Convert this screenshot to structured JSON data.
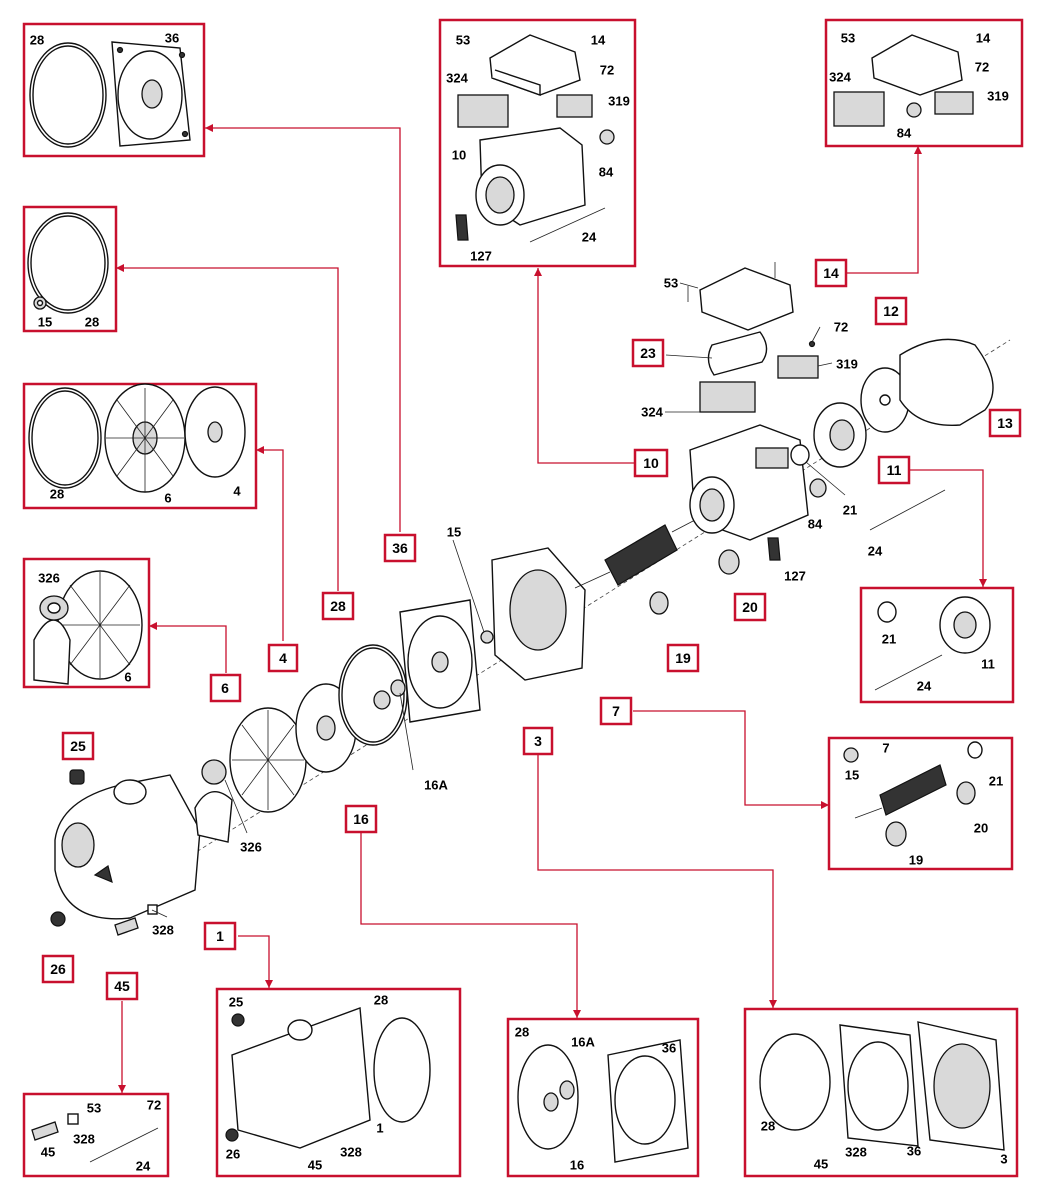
{
  "callouts": {
    "c1": "1",
    "c3": "3",
    "c4": "4",
    "c6": "6",
    "c7": "7",
    "c10": "10",
    "c11": "11",
    "c12": "12",
    "c13": "13",
    "c14": "14",
    "c16": "16",
    "c19": "19",
    "c20": "20",
    "c23": "23",
    "c25": "25",
    "c26": "26",
    "c28": "28",
    "c36": "36",
    "c45": "45"
  },
  "main_labels": {
    "l15": "15",
    "l16a": "16A",
    "l326": "326",
    "l328": "328",
    "l53": "53",
    "l72": "72",
    "l319": "319",
    "l324": "324",
    "l84": "84",
    "l21": "21",
    "l24": "24",
    "l127": "127"
  },
  "detail_36": {
    "a": "28",
    "b": "36"
  },
  "detail_28": {
    "a": "15",
    "b": "28"
  },
  "detail_4": {
    "a": "28",
    "b": "6",
    "c": "4"
  },
  "detail_6": {
    "a": "326",
    "b": "6"
  },
  "detail_10": {
    "a": "53",
    "b": "14",
    "c": "324",
    "d": "72",
    "e": "319",
    "f": "10",
    "g": "84",
    "h": "24",
    "i": "127"
  },
  "detail_14": {
    "a": "53",
    "b": "14",
    "c": "324",
    "d": "72",
    "e": "319",
    "f": "84"
  },
  "detail_11": {
    "a": "21",
    "b": "11",
    "c": "24"
  },
  "detail_7": {
    "a": "7",
    "b": "15",
    "c": "21",
    "d": "20",
    "e": "19"
  },
  "detail_1": {
    "a": "25",
    "b": "28",
    "c": "1",
    "d": "26",
    "e": "45",
    "f": "328"
  },
  "detail_16": {
    "a": "28",
    "b": "16A",
    "c": "36",
    "d": "16"
  },
  "detail_3": {
    "a": "28",
    "b": "36",
    "c": "3",
    "d": "45",
    "e": "328"
  },
  "detail_45": {
    "a": "53",
    "b": "72",
    "c": "328",
    "d": "45",
    "e": "24"
  }
}
